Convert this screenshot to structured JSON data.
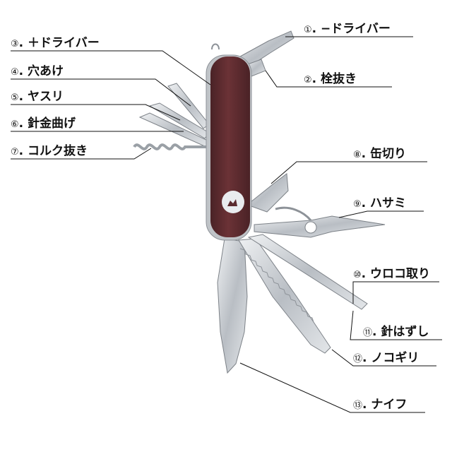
{
  "callouts": [
    {
      "num": "①",
      "text": ". −ドライバー"
    },
    {
      "num": "②",
      "text": ". 栓抜き"
    },
    {
      "num": "③",
      "text": ". ＋ドライバー"
    },
    {
      "num": "④",
      "text": ". 穴あけ"
    },
    {
      "num": "⑤",
      "text": ". ヤスリ"
    },
    {
      "num": "⑥",
      "text": ". 針金曲げ"
    },
    {
      "num": "⑦",
      "text": ". コルク抜き"
    },
    {
      "num": "⑧",
      "text": ". 缶切り"
    },
    {
      "num": "⑨",
      "text": ". ハサミ"
    },
    {
      "num": "⑩",
      "text": ". ウロコ取り"
    },
    {
      "num": "⑪",
      "text": ". 針はずし"
    },
    {
      "num": "⑫",
      "text": ". ノコギリ"
    },
    {
      "num": "⑬",
      "text": ". ナイフ"
    }
  ],
  "colors": {
    "handle": "#5a2a2e",
    "handle_highlight": "#7a3c40",
    "steel": "#c9cdd2",
    "steel_dark": "#8d9298",
    "logo": "#e9ecef"
  },
  "icons": {
    "logo": "deer-moon-logo-icon"
  }
}
